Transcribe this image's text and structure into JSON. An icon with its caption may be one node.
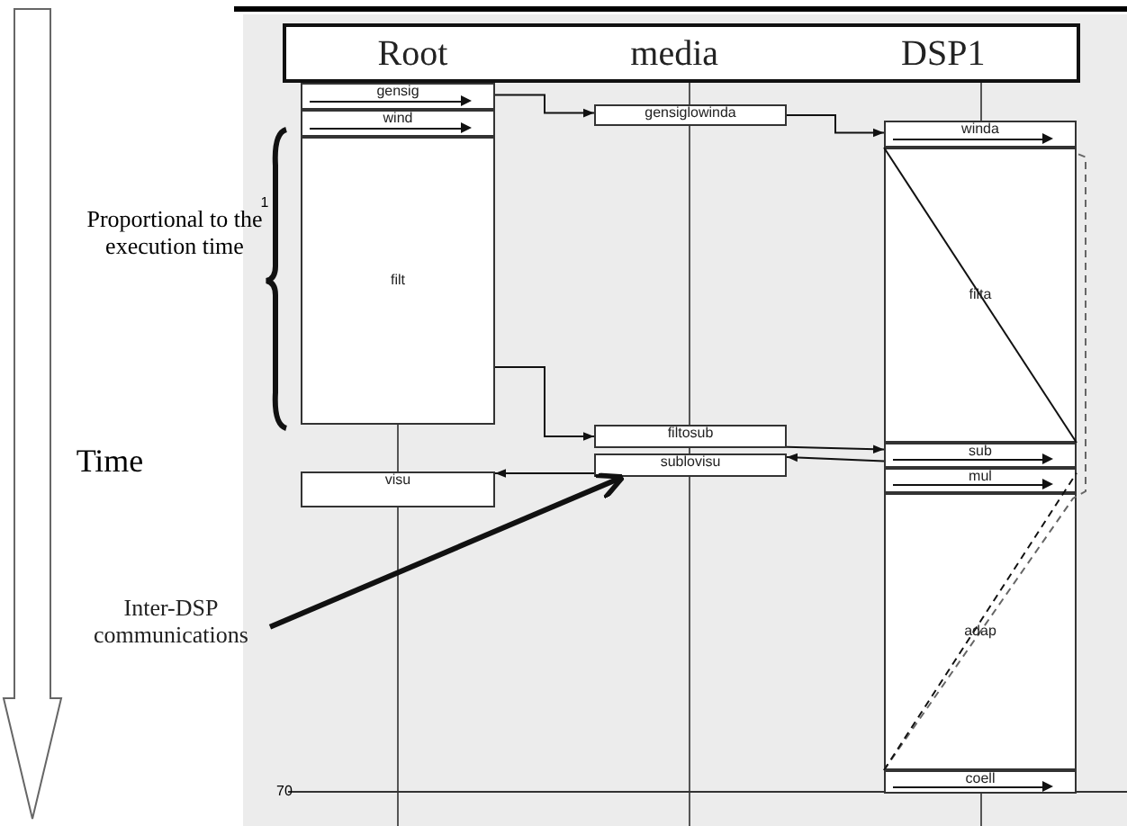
{
  "diagram": {
    "nodes": [
      {
        "text": [
          "Root",
          "media",
          "DSP1"
        ]
      },
      {
        "text": [
          "gensig"
        ]
      },
      {
        "text": [
          "wind"
        ]
      },
      {
        "text": [
          "filt"
        ]
      },
      {
        "text": [
          "gensiglowinda"
        ]
      },
      {
        "text": [
          "winda"
        ]
      },
      {
        "text": [
          "filta"
        ]
      },
      {
        "text": [
          "filtosub"
        ]
      },
      {
        "text": [
          "sub"
        ]
      },
      {
        "text": [
          "mul"
        ]
      },
      {
        "text": [
          "sublovisu"
        ]
      },
      {
        "text": [
          "visu"
        ]
      },
      {
        "text": [
          "adap"
        ]
      },
      {
        "text": [
          "coell"
        ]
      },
      {
        "text": [
          "Inter-DSP communications"
        ]
      }
    ],
    "edges": [
      {
        "from": 1,
        "to": 4,
        "arrow": "to"
      },
      {
        "from": 4,
        "to": 5,
        "arrow": "to"
      },
      {
        "from": 3,
        "to": 7,
        "arrow": "to"
      },
      {
        "from": 7,
        "to": 8,
        "arrow": "to"
      },
      {
        "from": 8,
        "to": 10,
        "arrow": "to"
      },
      {
        "from": 10,
        "to": 11,
        "arrow": "to"
      },
      {
        "from": 14,
        "to": 10,
        "arrow": "to",
        "style": "thick"
      },
      {
        "from": 6,
        "to": 8,
        "arrow": "none"
      },
      {
        "from": 12,
        "to": 6,
        "arrow": "none",
        "style": "dashed",
        "color": "#666666"
      },
      {
        "from": 12,
        "to": 9,
        "arrow": "none",
        "style": "dashed"
      }
    ],
    "labels": [
      "1",
      "Proportional to the execution time",
      "Time",
      "70"
    ]
  }
}
